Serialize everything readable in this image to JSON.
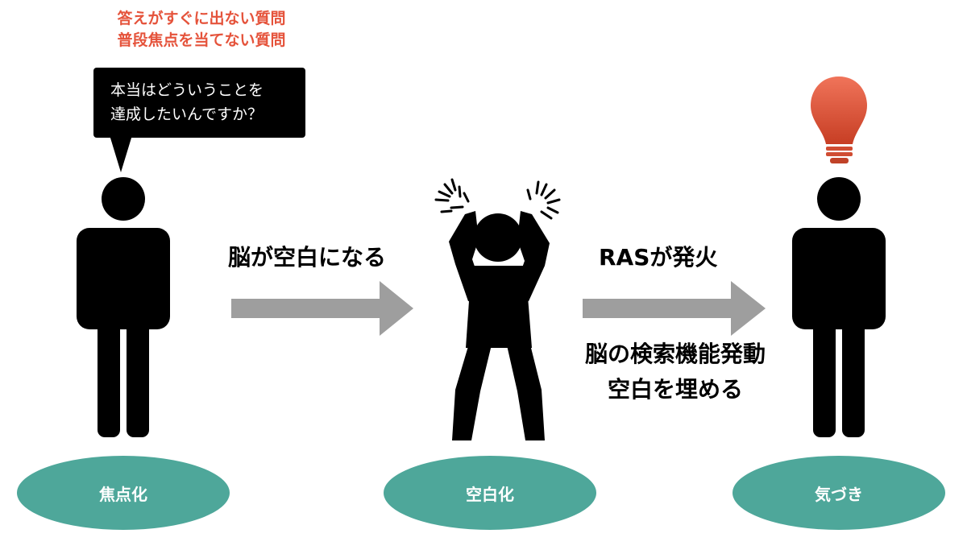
{
  "question_note": {
    "line1": "答えがすぐに出ない質問",
    "line2": "普段焦点を当てない質問"
  },
  "speech_bubble": {
    "line1": "本当はどういうことを",
    "line2": "達成したいんですか？"
  },
  "transitions": [
    {
      "label": "脳が空白になる"
    },
    {
      "label": "RASが発火",
      "sub1": "脳の検索機能発動",
      "sub2": "空白を埋める"
    }
  ],
  "stages": [
    {
      "label": "焦点化"
    },
    {
      "label": "空白化"
    },
    {
      "label": "気づき"
    }
  ],
  "colors": {
    "stage_fill": "#4ea79a",
    "note_text": "#e5533b",
    "arrow": "#9e9e9e",
    "bulb": "#e05a40",
    "figure": "#000000"
  },
  "icons": [
    "person-icon",
    "frustrated-person-icon",
    "lightbulb-icon",
    "arrow-right-icon"
  ]
}
